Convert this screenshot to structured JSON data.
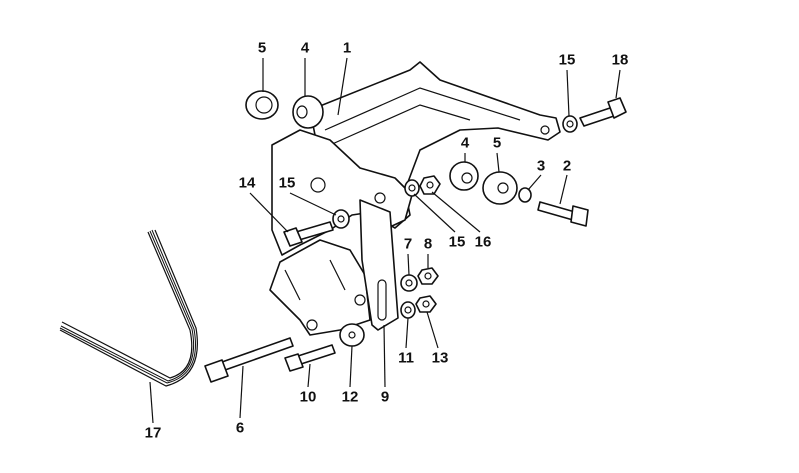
{
  "diagram": {
    "callouts": [
      "5",
      "4",
      "1",
      "15",
      "18",
      "4",
      "5",
      "3",
      "2",
      "14",
      "15",
      "15",
      "16",
      "7",
      "8",
      "11",
      "13",
      "6",
      "10",
      "12",
      "9",
      "17"
    ],
    "colors": {
      "line": "#111111",
      "background": "#ffffff"
    }
  }
}
